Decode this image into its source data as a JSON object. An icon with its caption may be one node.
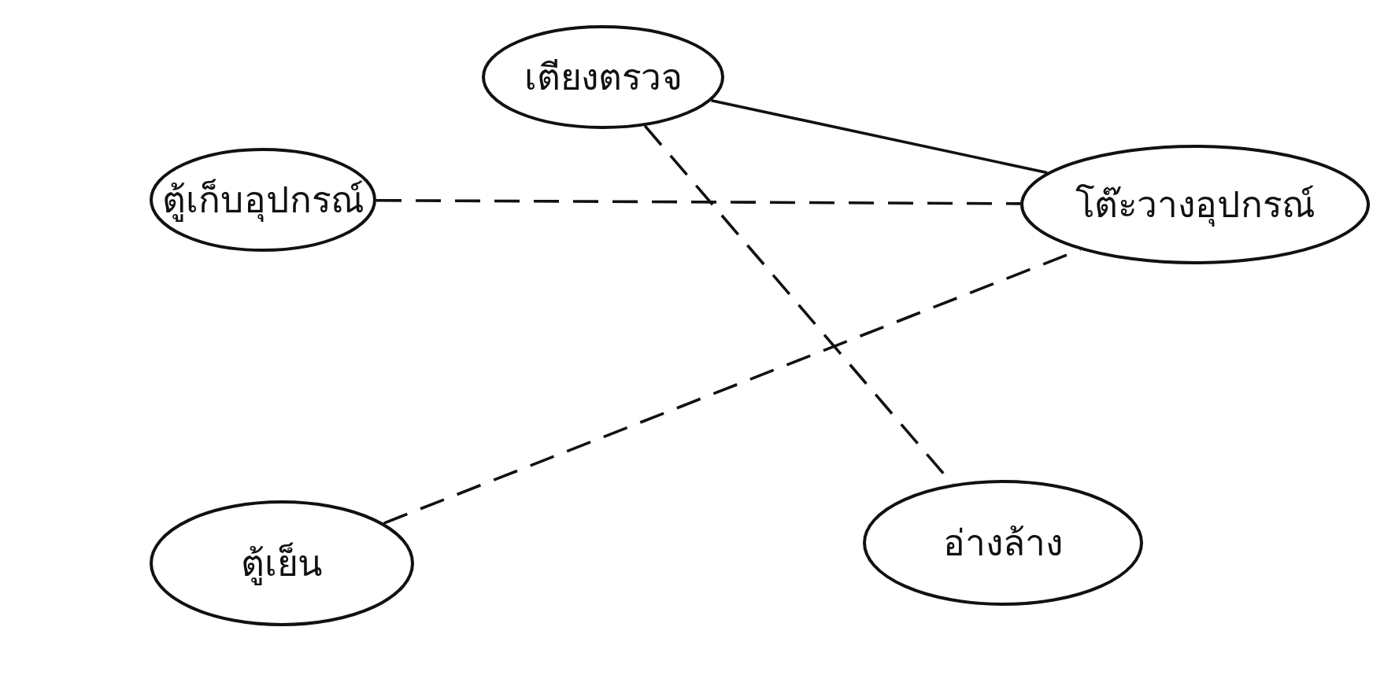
{
  "diagram": {
    "nodes": [
      {
        "text": [
          "เตียงตรวจ"
        ]
      },
      {
        "text": [
          "ตู้เก็บอุปกรณ์"
        ]
      },
      {
        "text": [
          "โต๊ะวางอุปกรณ์"
        ]
      },
      {
        "text": [
          "ตู้เย็น"
        ]
      },
      {
        "text": [
          "อ่างล้าง"
        ]
      }
    ],
    "edges": [
      {
        "from": 0,
        "to": 2,
        "arrow": "none"
      },
      {
        "from": 1,
        "to": 2,
        "arrow": "none",
        "style": "dashed"
      },
      {
        "from": 3,
        "to": 2,
        "arrow": "none",
        "style": "dashed"
      },
      {
        "from": 0,
        "to": 4,
        "arrow": "none",
        "style": "dashed"
      }
    ]
  }
}
